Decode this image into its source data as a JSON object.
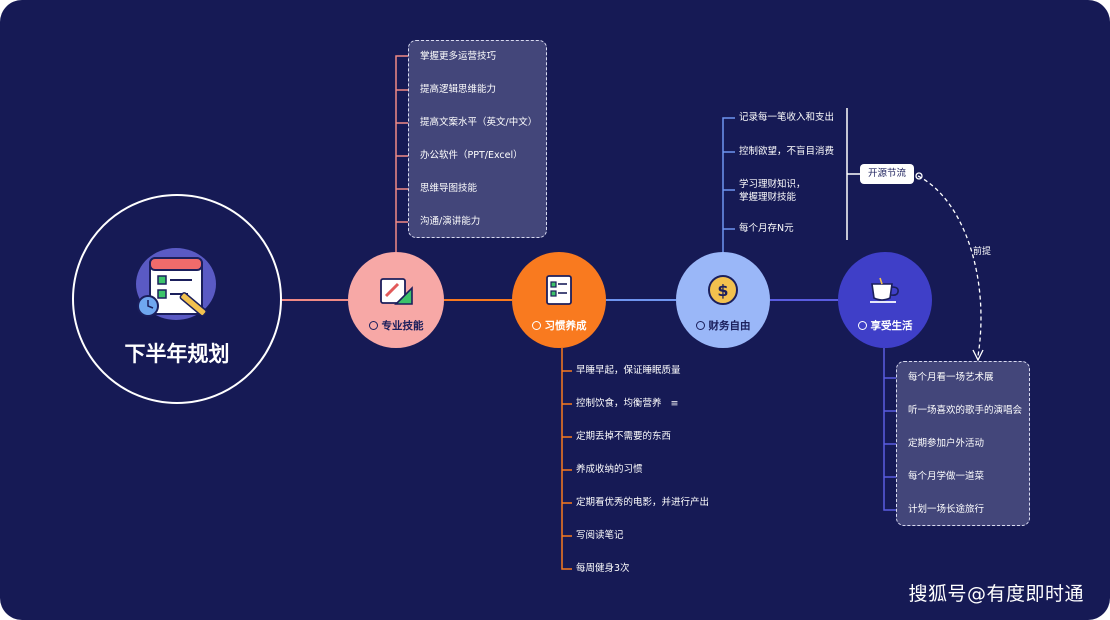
{
  "root": {
    "title": "下半年规划"
  },
  "branches": [
    {
      "key": "skills",
      "label": "专业技能",
      "color": "#f7a8a6",
      "line_color": "#f08a85",
      "items": [
        "掌握更多运营技巧",
        "提高逻辑思维能力",
        "提高文案水平（英文/中文）",
        "办公软件（PPT/Excel）",
        "思维导图技能",
        "沟通/演讲能力"
      ]
    },
    {
      "key": "habits",
      "label": "习惯养成",
      "color": "#f97a1f",
      "line_color": "#f97a1f",
      "items": [
        "早睡早起，保证睡眠质量",
        "控制饮食，均衡营养",
        "定期丢掉不需要的东西",
        "养成收纳的习惯",
        "定期看优秀的电影，并进行产出",
        "写阅读笔记",
        "每周健身3次"
      ]
    },
    {
      "key": "finance",
      "label": "财务自由",
      "color": "#9ab7f8",
      "line_color": "#6f95f0",
      "items": [
        "记录每一笔收入和支出",
        "控制欲望，不盲目消费",
        "学习理财知识，",
        "掌握理财技能",
        "每个月存N元"
      ]
    },
    {
      "key": "life",
      "label": "享受生活",
      "color": "#3f3fc8",
      "line_color": "#5a5ce0",
      "items": [
        "每个月看一场艺术展",
        "听一场喜欢的歌手的演唱会",
        "定期参加户外活动",
        "每个月学做一道菜",
        "计划一场长途旅行"
      ]
    }
  ],
  "summary": {
    "label": "开源节流"
  },
  "relation": {
    "label": "前提"
  },
  "watermark": "搜狐号@有度即时通",
  "colors": {
    "background": "#161a55",
    "dashbox_fill": "#43467a"
  }
}
